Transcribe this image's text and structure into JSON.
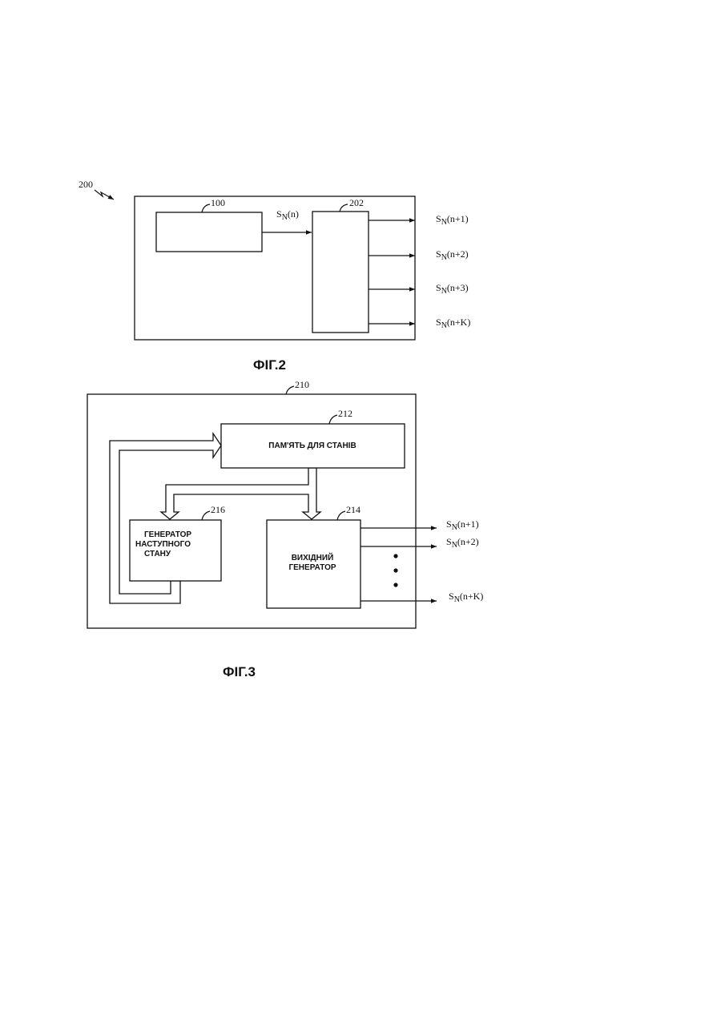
{
  "fig2": {
    "ref_system": "200",
    "ref_block1": "100",
    "ref_block2": "202",
    "input_label_base": "S",
    "input_label_sub": "N",
    "input_label_arg": "(n)",
    "outputs": [
      {
        "base": "S",
        "sub": "N",
        "arg": "(n+1)"
      },
      {
        "base": "S",
        "sub": "N",
        "arg": "(n+2)"
      },
      {
        "base": "S",
        "sub": "N",
        "arg": "(n+3)"
      },
      {
        "base": "S",
        "sub": "N",
        "arg": "(n+K)"
      }
    ],
    "caption": "ФІГ.2"
  },
  "fig3": {
    "ref_system": "210",
    "ref_memory": "212",
    "ref_output_gen": "214",
    "ref_next_state_gen": "216",
    "memory_label": "ПАМ'ЯТЬ ДЛЯ СТАНІВ",
    "next_state_label": [
      "ГЕНЕРАТОР",
      "НАСТУПНОГО",
      "СТАНУ"
    ],
    "output_gen_label": [
      "ВИХІДНИЙ",
      "ГЕНЕРАТОР"
    ],
    "outputs": [
      {
        "base": "S",
        "sub": "N",
        "arg": "(n+1)"
      },
      {
        "base": "S",
        "sub": "N",
        "arg": "(n+2)"
      },
      {
        "base": "S",
        "sub": "N",
        "arg": "(n+K)"
      }
    ],
    "caption": "ФІГ.3"
  }
}
